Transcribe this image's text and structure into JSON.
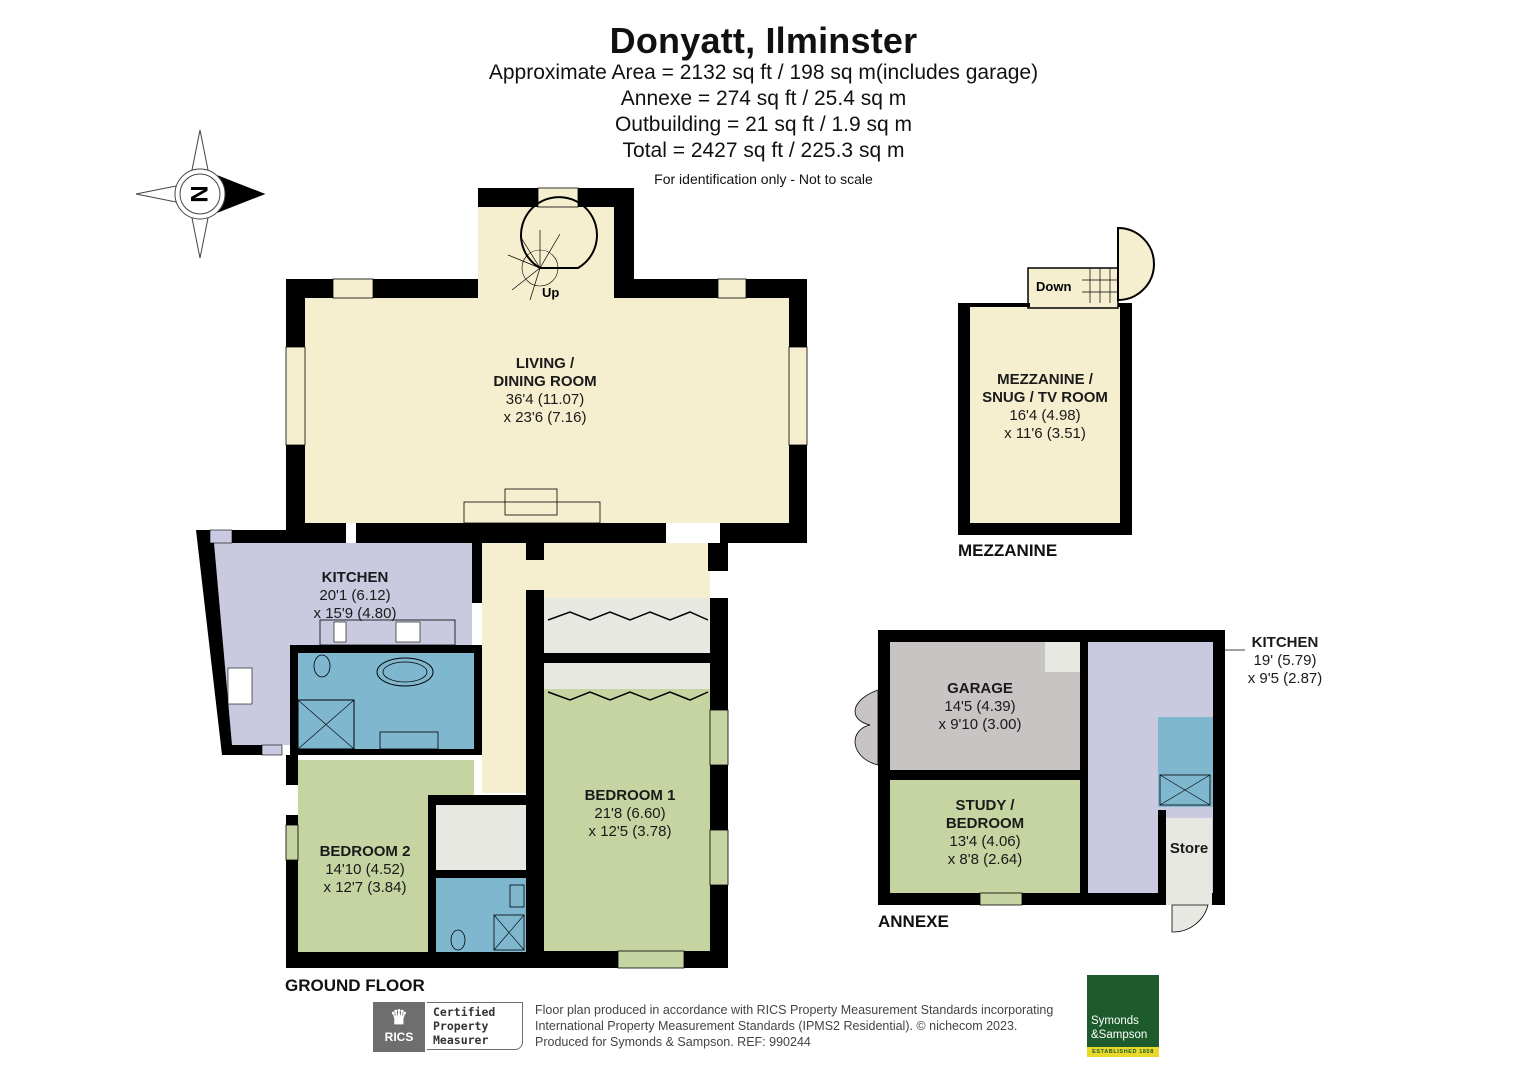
{
  "header": {
    "title": "Donyatt, Ilminster",
    "approx_area": "Approximate Area = 2132 sq ft / 198 sq m(includes garage)",
    "annexe_area": "Annexe = 274 sq ft / 25.4 sq m",
    "outbuilding_area": "Outbuilding = 21 sq ft / 1.9 sq m",
    "total_area": "Total = 2427 sq ft / 225.3 sq m",
    "disclaimer": "For identification only - Not to scale"
  },
  "compass": {
    "label": "N",
    "icon": "compass-north-east-icon"
  },
  "floors": {
    "ground": "GROUND FLOOR",
    "mezzanine": "MEZZANINE",
    "annexe": "ANNEXE"
  },
  "rooms": {
    "living": {
      "name_1": "LIVING /",
      "name_2": "DINING ROOM",
      "dim_1": "36'4 (11.07)",
      "dim_2": "x 23'6 (7.16)"
    },
    "kitchen": {
      "name": "KITCHEN",
      "dim_1": "20'1 (6.12)",
      "dim_2": "x 15'9 (4.80)"
    },
    "bedroom1": {
      "name": "BEDROOM 1",
      "dim_1": "21'8 (6.60)",
      "dim_2": "x 12'5 (3.78)"
    },
    "bedroom2": {
      "name": "BEDROOM 2",
      "dim_1": "14'10 (4.52)",
      "dim_2": "x 12'7 (3.84)"
    },
    "mezzanine": {
      "name_1": "MEZZANINE /",
      "name_2": "SNUG / TV ROOM",
      "dim_1": "16'4 (4.98)",
      "dim_2": "x 11'6 (3.51)"
    },
    "garage": {
      "name": "GARAGE",
      "dim_1": "14'5 (4.39)",
      "dim_2": "x 9'10 (3.00)"
    },
    "study": {
      "name_1": "STUDY /",
      "name_2": "BEDROOM",
      "dim_1": "13'4 (4.06)",
      "dim_2": "x 8'8 (2.64)"
    },
    "annexe_kitchen": {
      "name": "KITCHEN",
      "dim_1": "19' (5.79)",
      "dim_2": "x 9'5 (2.87)"
    },
    "store": {
      "name": "Store"
    }
  },
  "stairs": {
    "up": "Up",
    "down": "Down"
  },
  "colors": {
    "wall": "#000000",
    "living": "#f5efd0",
    "kitchen": "#c9c9df",
    "bathroom": "#7fb7cf",
    "bedroom": "#c5d4a1",
    "garage": "#c8c4c4",
    "storage": "#e8e8e2",
    "brand_green": "#1d5a2c",
    "brand_yellow": "#e8d92a"
  },
  "footer": {
    "rics_badge": "RICS",
    "rics_line1": "Certified",
    "rics_line2": "Property",
    "rics_line3": "Measurer",
    "note_line1": "Floor plan produced in accordance with RICS Property Measurement Standards incorporating",
    "note_line2": "International Property Measurement Standards (IPMS2 Residential).   © nichecom 2023.",
    "note_line3": "Produced for Symonds & Sampson.   REF:  990244",
    "agent_line1": "Symonds",
    "agent_line2": "&Sampson",
    "agent_est": "ESTABLISHED 1858"
  }
}
